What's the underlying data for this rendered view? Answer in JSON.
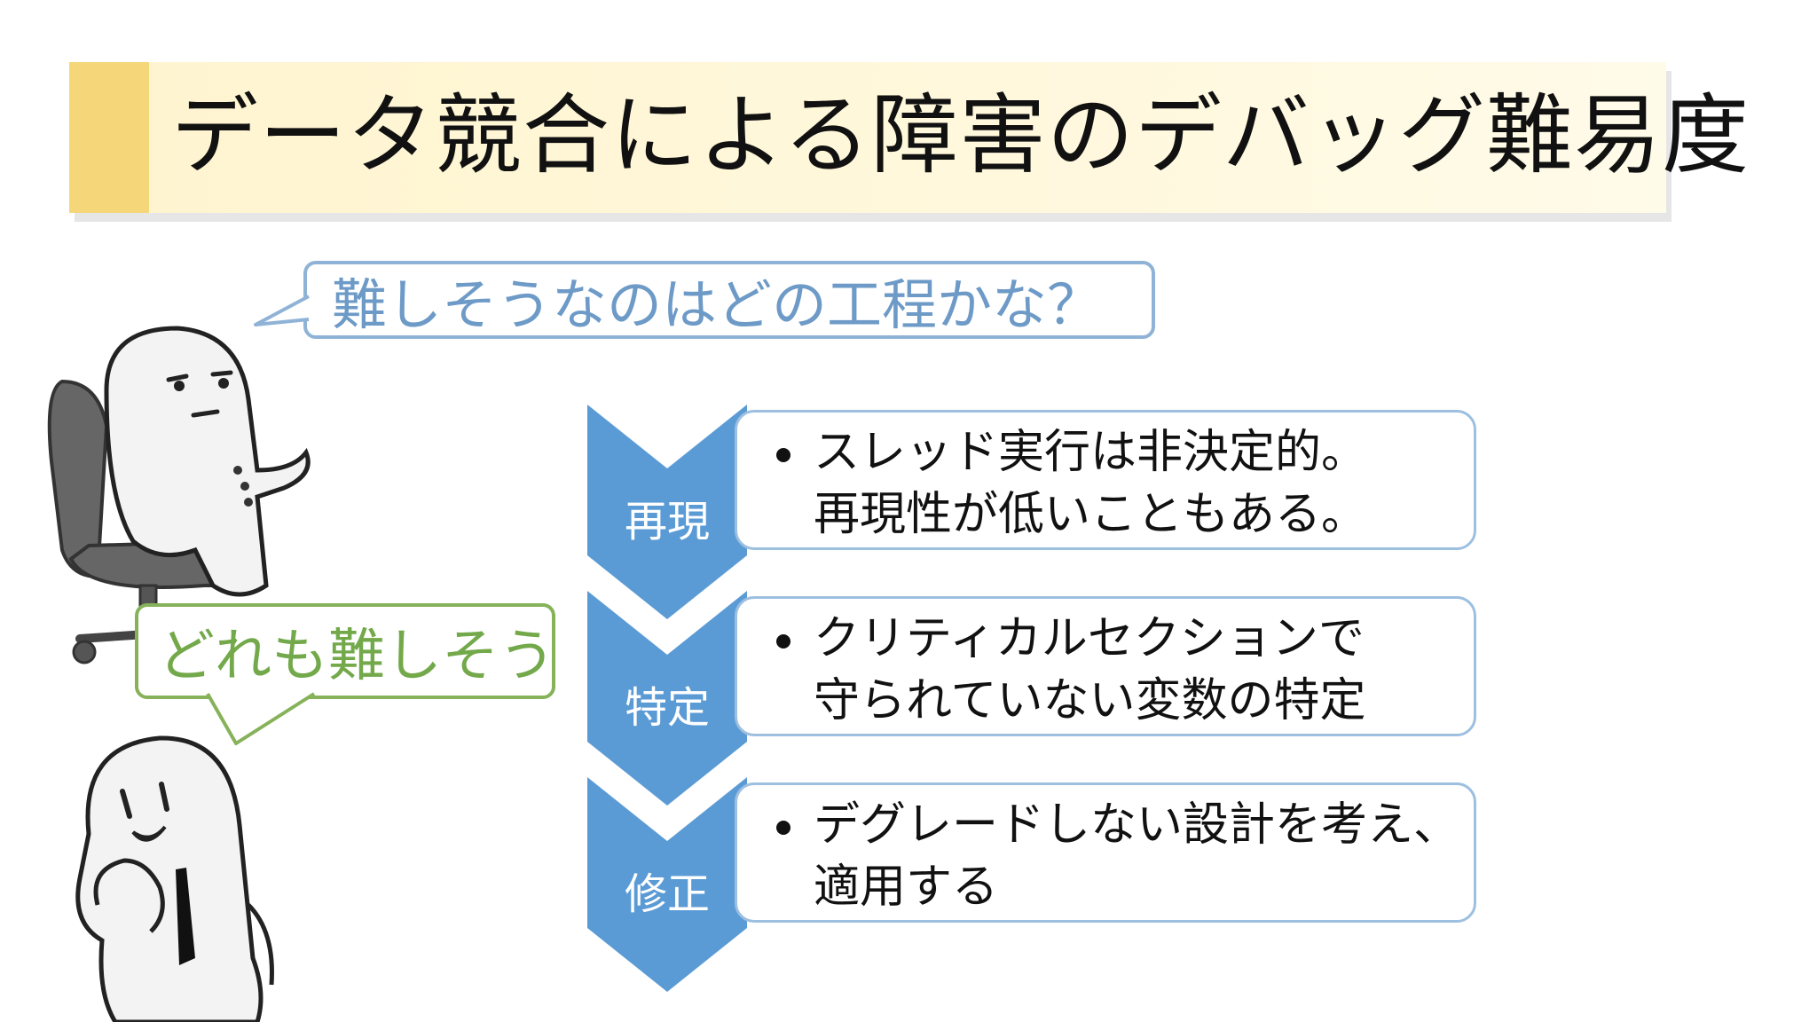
{
  "slide": {
    "title": "データ競合による障害のデバッグ難易度",
    "bubble_question": "難しそうなのはどの工程かな？",
    "bubble_answer": "どれも難しそう",
    "steps": [
      {
        "label": "再現",
        "lines": [
          "スレッド実行は非決定的。",
          "再現性が低いこともある。"
        ]
      },
      {
        "label": "特定",
        "lines": [
          "クリティカルセクションで",
          "守られていない変数の特定"
        ]
      },
      {
        "label": "修正",
        "lines": [
          "デグレードしない設計を考え、",
          "適用する"
        ]
      }
    ]
  },
  "colors": {
    "banner_accent": "#f5d77a",
    "banner_bg": "#fff6d6",
    "chevron_blue": "#5b9bd5",
    "card_border": "#9dbfe0",
    "bubble_blue_border": "#8fb3d6",
    "bubble_blue_text": "#6d9ac7",
    "bubble_green_border": "#86b25a",
    "bubble_green_text": "#73a94a"
  }
}
